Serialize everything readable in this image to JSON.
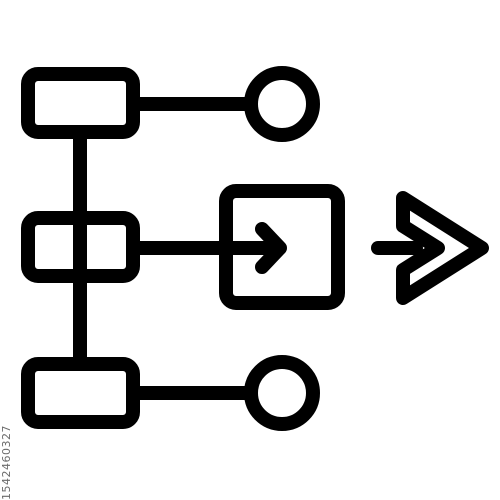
{
  "icon": {
    "name": "process-flow-icon",
    "parts": [
      "box-top",
      "box-middle",
      "box-bottom",
      "vertical-connector",
      "endpoint-circle-top",
      "endpoint-circle-bottom",
      "arrow-square",
      "direction-arrow"
    ],
    "stroke_color": "#000000",
    "background": "#ffffff"
  },
  "watermark": {
    "id": "1542460327",
    "color": "#6b6b6b"
  }
}
